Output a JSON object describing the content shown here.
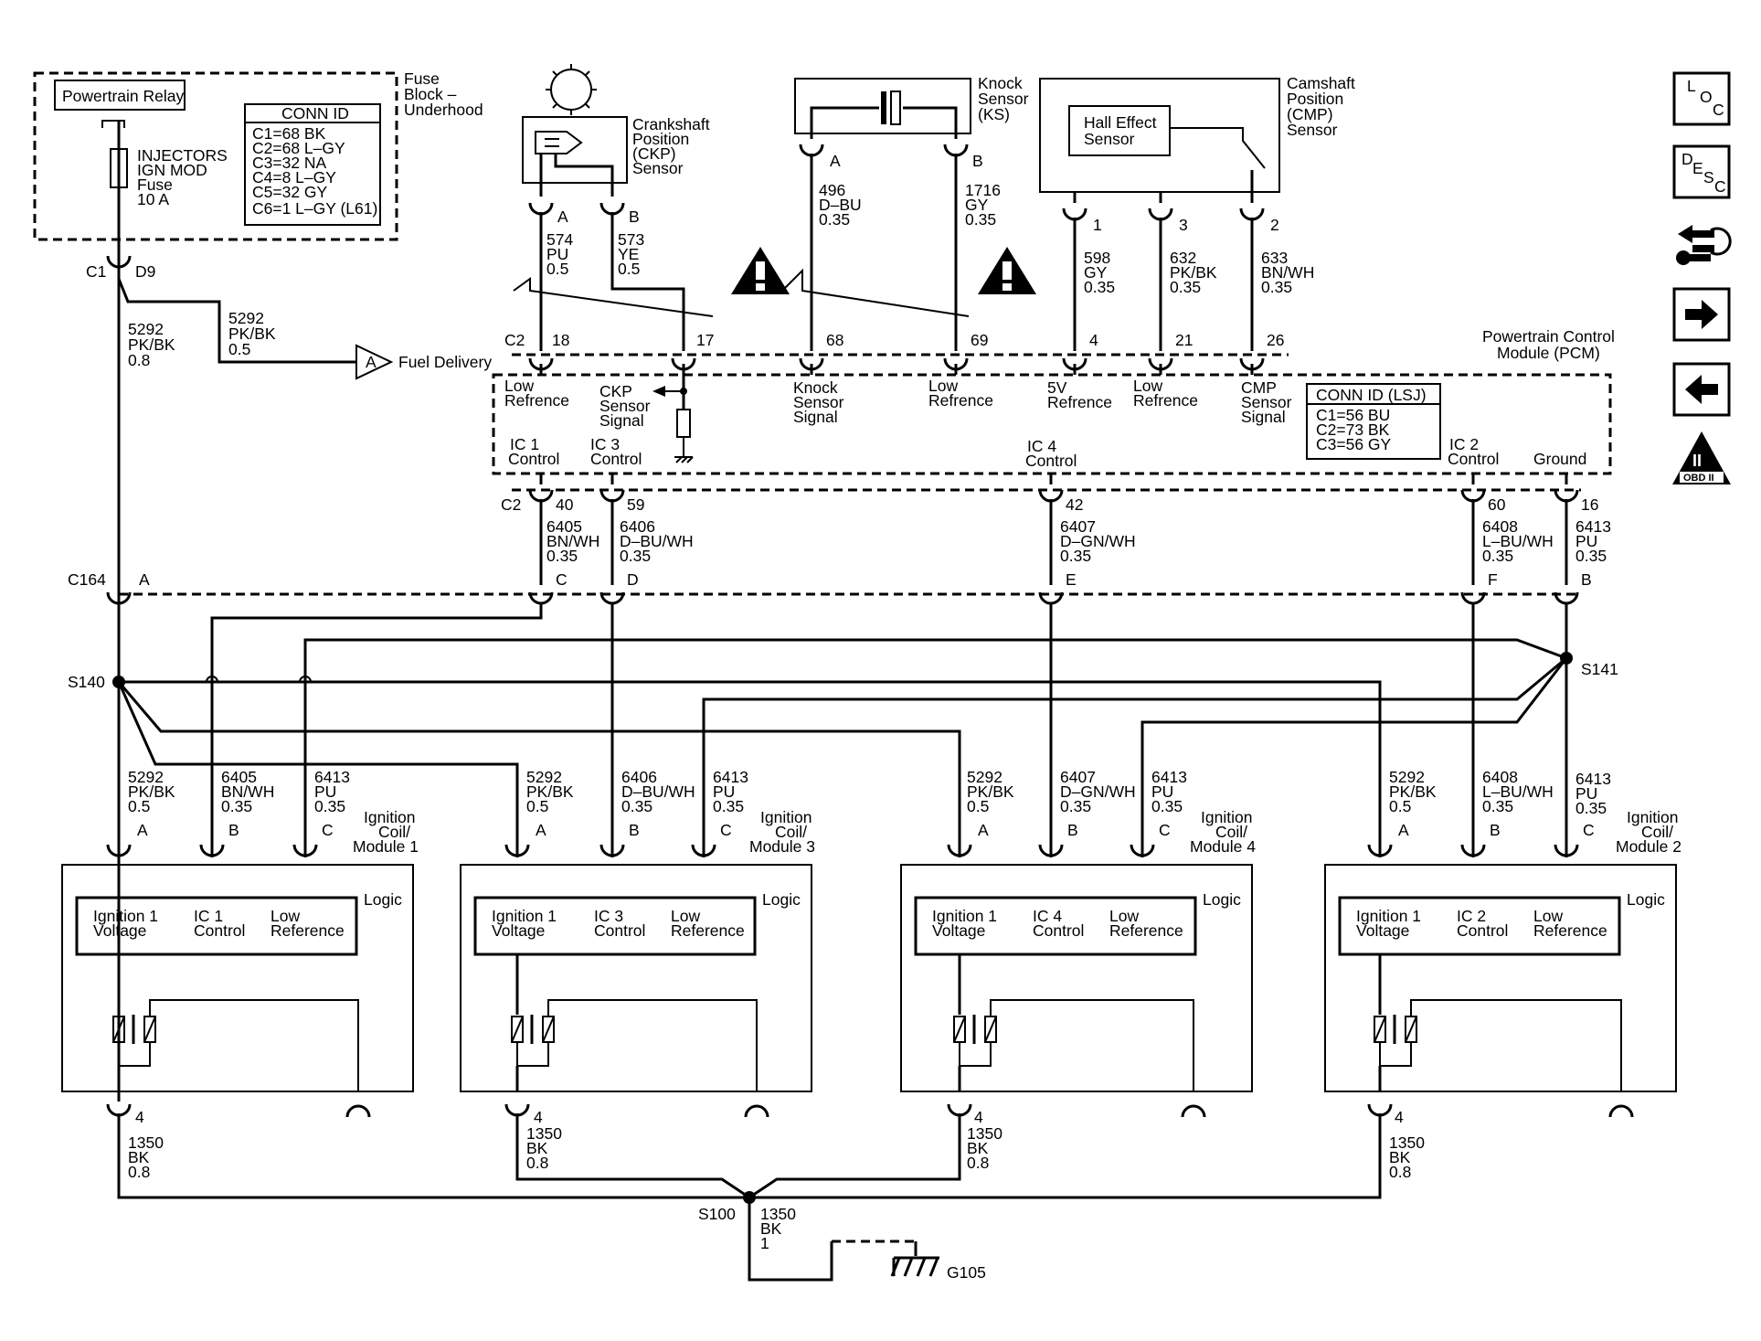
{
  "fuse_block": {
    "title": [
      "Fuse",
      "Block –",
      "Underhood"
    ],
    "relay": "Powertrain Relay",
    "fuse": [
      "INJECTORS",
      "IGN MOD",
      "Fuse",
      "10 A"
    ],
    "conn_title": "CONN ID",
    "conn": [
      "C1=68 BK",
      "C2=68 L–GY",
      "C3=32 NA",
      "C4=8 L–GY",
      "C5=32 GY",
      "C6=1 L–GY (L61)"
    ],
    "c1": "C1",
    "d9": "D9"
  },
  "ckp": {
    "name": [
      "Crankshaft",
      "Position",
      "(CKP)",
      "Sensor"
    ],
    "pinA": "A",
    "pinB": "B",
    "wireA": [
      "574",
      "PU",
      "0.5"
    ],
    "wireB": [
      "573",
      "YE",
      "0.5"
    ]
  },
  "ks": {
    "name": [
      "Knock",
      "Sensor",
      "(KS)"
    ],
    "pinA": "A",
    "pinB": "B",
    "wireA": [
      "496",
      "D–BU",
      "0.35"
    ],
    "wireB": [
      "1716",
      "GY",
      "0.35"
    ]
  },
  "cmp": {
    "name": [
      "Camshaft",
      "Position",
      "(CMP)",
      "Sensor"
    ],
    "hall": [
      "Hall Effect",
      "Sensor"
    ],
    "pins": [
      "1",
      "3",
      "2"
    ],
    "wires": [
      [
        "598",
        "GY",
        "0.35"
      ],
      [
        "632",
        "PK/BK",
        "0.35"
      ],
      [
        "633",
        "BN/WH",
        "0.35"
      ]
    ]
  },
  "fuel": {
    "wire": [
      "5292",
      "PK/BK",
      "0.5"
    ],
    "ref": "A",
    "label": "Fuel Delivery"
  },
  "main_wire": [
    "5292",
    "PK/BK",
    "0.8"
  ],
  "pcm": {
    "title": [
      "Powertrain Control",
      "Module (PCM)"
    ],
    "c2": "C2",
    "c2b": "C2",
    "top_pins": [
      "18",
      "17",
      "68",
      "69",
      "4",
      "21",
      "26"
    ],
    "top_labels": [
      [
        "Low",
        "Refrence"
      ],
      [
        "CKP",
        "Sensor",
        "Signal"
      ],
      [
        "Knock",
        "Sensor",
        "Signal"
      ],
      [
        "Low",
        "Refrence"
      ],
      [
        "5V",
        "Refrence"
      ],
      [
        "Low",
        "Refrence"
      ],
      [
        "CMP",
        "Sensor",
        "Signal"
      ]
    ],
    "conn_title": "CONN ID (LSJ)",
    "conn": [
      "C1=56 BU",
      "C2=73 BK",
      "C3=56 GY"
    ],
    "bottom_labels": [
      [
        "IC 1",
        "Control"
      ],
      [
        "IC 3",
        "Control"
      ],
      [
        "IC 4",
        "Control"
      ],
      [
        "IC 2",
        "Control"
      ],
      [
        "Ground"
      ]
    ],
    "bottom_pins": [
      "40",
      "59",
      "42",
      "60",
      "16"
    ],
    "bottom_wires": [
      [
        "6405",
        "BN/WH",
        "0.35"
      ],
      [
        "6406",
        "D–BU/WH",
        "0.35"
      ],
      [
        "6407",
        "D–GN/WH",
        "0.35"
      ],
      [
        "6408",
        "L–BU/WH",
        "0.35"
      ],
      [
        "6413",
        "PU",
        "0.35"
      ]
    ]
  },
  "c164": {
    "name": "C164",
    "pins": [
      "A",
      "C",
      "D",
      "E",
      "F",
      "B"
    ]
  },
  "splices": {
    "s140": "S140",
    "s141": "S141",
    "s100": "S100"
  },
  "coils": [
    {
      "title": [
        "Ignition",
        "Coil/",
        "Module 1"
      ],
      "pins": [
        "A",
        "B",
        "C"
      ],
      "wires": [
        [
          "5292",
          "PK/BK",
          "0.5"
        ],
        [
          "6405",
          "BN/WH",
          "0.35"
        ],
        [
          "6413",
          "PU",
          "0.35"
        ]
      ],
      "logic": "Logic",
      "labels": [
        [
          "Ignition 1",
          "Voltage"
        ],
        [
          "IC 1",
          "Control"
        ],
        [
          "Low",
          "Reference"
        ]
      ],
      "gpin": "4",
      "gwire": [
        "1350",
        "BK",
        "0.8"
      ]
    },
    {
      "title": [
        "Ignition",
        "Coil/",
        "Module 3"
      ],
      "pins": [
        "A",
        "B",
        "C"
      ],
      "wires": [
        [
          "5292",
          "PK/BK",
          "0.5"
        ],
        [
          "6406",
          "D–BU/WH",
          "0.35"
        ],
        [
          "6413",
          "PU",
          "0.35"
        ]
      ],
      "logic": "Logic",
      "labels": [
        [
          "Ignition 1",
          "Voltage"
        ],
        [
          "IC 3",
          "Control"
        ],
        [
          "Low",
          "Reference"
        ]
      ],
      "gpin": "4",
      "gwire": [
        "1350",
        "BK",
        "0.8"
      ]
    },
    {
      "title": [
        "Ignition",
        "Coil/",
        "Module 4"
      ],
      "pins": [
        "A",
        "B",
        "C"
      ],
      "wires": [
        [
          "5292",
          "PK/BK",
          "0.5"
        ],
        [
          "6407",
          "D–GN/WH",
          "0.35"
        ],
        [
          "6413",
          "PU",
          "0.35"
        ]
      ],
      "logic": "Logic",
      "labels": [
        [
          "Ignition 1",
          "Voltage"
        ],
        [
          "IC 4",
          "Control"
        ],
        [
          "Low",
          "Reference"
        ]
      ],
      "gpin": "4",
      "gwire": [
        "1350",
        "BK",
        "0.8"
      ]
    },
    {
      "title": [
        "Ignition",
        "Coil/",
        "Module 2"
      ],
      "pins": [
        "A",
        "B",
        "C"
      ],
      "wires": [
        [
          "5292",
          "PK/BK",
          "0.5"
        ],
        [
          "6408",
          "L–BU/WH",
          "0.35"
        ],
        [
          "6413",
          "PU",
          "0.35"
        ]
      ],
      "logic": "Logic",
      "labels": [
        [
          "Ignition 1",
          "Voltage"
        ],
        [
          "IC 2",
          "Control"
        ],
        [
          "Low",
          "Reference"
        ]
      ],
      "gpin": "4",
      "gwire": [
        "1350",
        "BK",
        "0.8"
      ]
    }
  ],
  "ground": {
    "wire": [
      "1350",
      "BK",
      "1"
    ],
    "name": "G105"
  },
  "nav": {
    "loc": [
      "L",
      "O",
      "C"
    ],
    "desc": [
      "D",
      "E",
      "S",
      "C"
    ],
    "obd": [
      "II",
      "OBD II"
    ]
  }
}
